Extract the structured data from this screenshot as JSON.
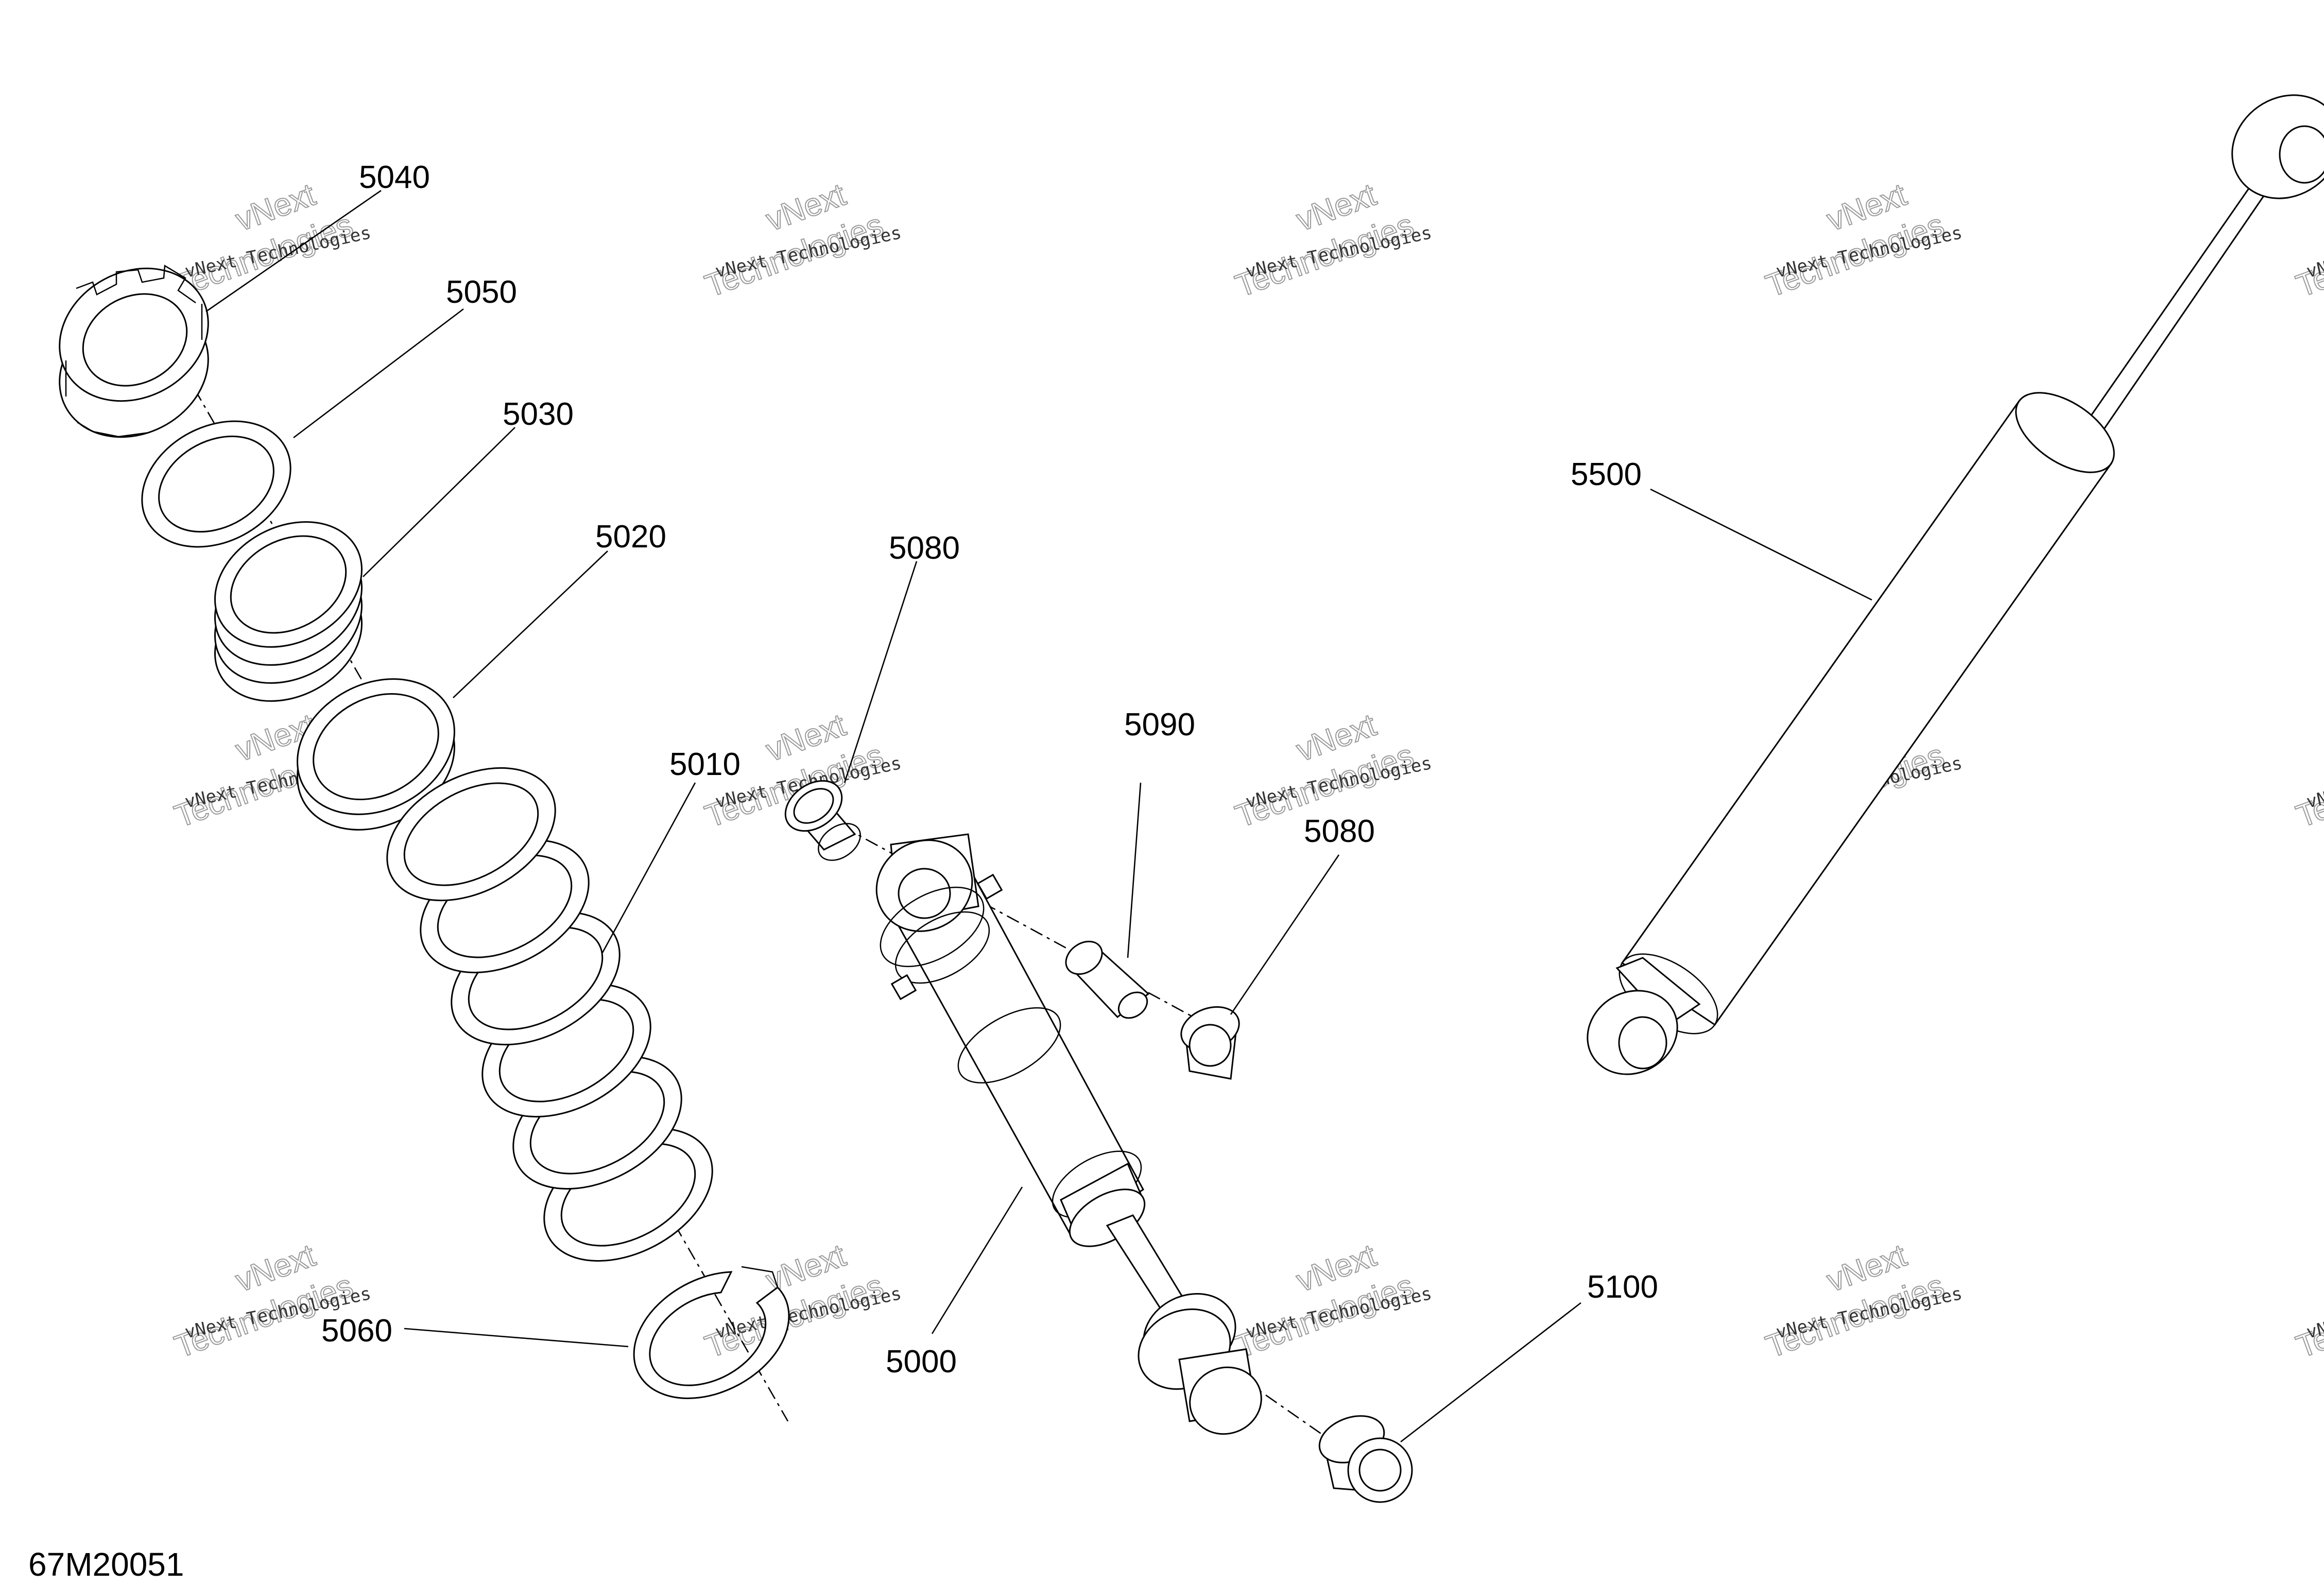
{
  "figure_ref": "67M20051",
  "callouts": {
    "c5040": "5040",
    "c5050": "5050",
    "c5030": "5030",
    "c5020": "5020",
    "c5010": "5010",
    "c5060": "5060",
    "c5080a": "5080",
    "c5090": "5090",
    "c5080b": "5080",
    "c5000": "5000",
    "c5500": "5500",
    "c5100": "5100"
  },
  "watermark": {
    "line1": "vNext",
    "line2": "Technologies",
    "line3": "vNext Technologies"
  },
  "colors": {
    "ink": "#000000",
    "watermark": "#9a9a9a",
    "background": "#ffffff"
  }
}
